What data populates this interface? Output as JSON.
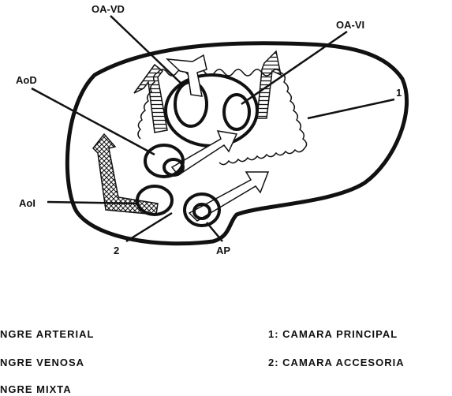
{
  "labels": {
    "oa_vd": "OA-VD",
    "oa_vi": "OA-VI",
    "aod": "AoD",
    "aoi": "AoI",
    "one": "1",
    "two": "2",
    "ap": "AP"
  },
  "legend_left": [
    "NGRE   ARTERIAL",
    "NGRE   VENOSA",
    "NGRE   MIXTA"
  ],
  "legend_right": [
    "1:  CAMARA   PRINCIPAL",
    "2:  CAMARA   ACCESORIA"
  ]
}
